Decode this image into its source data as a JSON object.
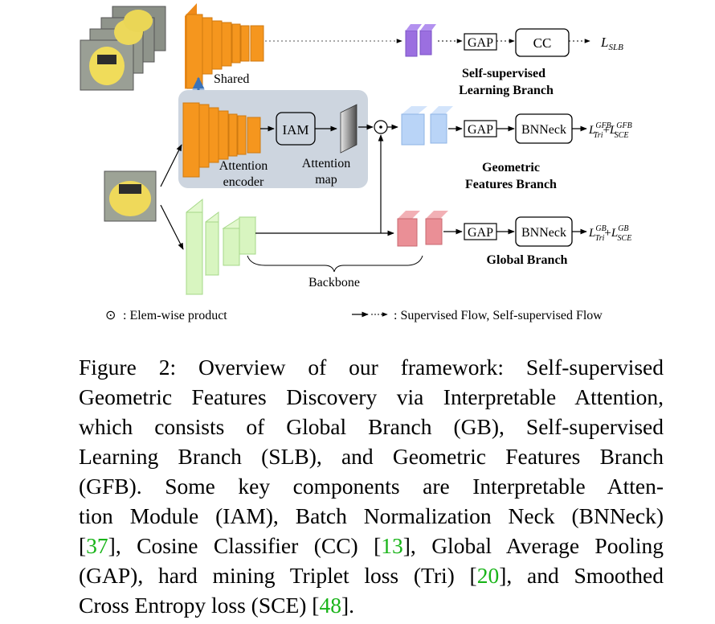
{
  "diagram": {
    "shared_label": "Shared",
    "iam_label": "IAM",
    "attention_encoder": [
      "Attention",
      "encoder"
    ],
    "attention_map": [
      "Attention",
      "map"
    ],
    "gap_label": "GAP",
    "cc_label": "CC",
    "bnneck_label": "BNNeck",
    "slb_loss": {
      "base": "L",
      "sub": "SLB"
    },
    "gfb_loss": {
      "a_base": "L",
      "a_sup": "GFB",
      "a_sub": "Tri",
      "plus": "+",
      "b_base": "L",
      "b_sup": "GFB",
      "b_sub": "SCE"
    },
    "gb_loss": {
      "a_base": "L",
      "a_sup": "GB",
      "a_sub": "Tri",
      "plus": "+",
      "b_base": "L",
      "b_sup": "GB",
      "b_sub": "SCE"
    },
    "slb_name": [
      "Self-supervised",
      "Learning Branch"
    ],
    "gfb_name": [
      "Geometric",
      "Features Branch"
    ],
    "gb_name": "Global Branch",
    "backbone_label": "Backbone",
    "legend_product_symbol": "⊙",
    "legend_product": ": Elem-wise product",
    "legend_flow": ": Supervised Flow, Self-supervised Flow",
    "colors": {
      "orange": "#f5961e",
      "purple": "#9b6fe0",
      "blue": "#b9d4f7",
      "pink": "#ea8f96",
      "green": "#d8f5c0",
      "panel": "#cdd5df"
    }
  },
  "caption": {
    "line1": "Figure 2: Overview of our framework: Self-supervised",
    "line2": "Geometric Features Discovery via Interpretable Attention,",
    "line3": "which consists of Global Branch (GB), Self-supervised",
    "line4": "Learning Branch (SLB), and Geometric Features Branch",
    "line5": "(GFB). Some key components are Interpretable Atten-",
    "line6": "tion Module (IAM), Batch Normalization Neck (BNNeck)",
    "l7_open": "[",
    "ref37": "37",
    "l7_mid": "], Cosine Classifier (CC) [",
    "ref13": "13",
    "l7_end": "], Global Average Pooling",
    "l8_start": "(GAP), hard mining Triplet loss (Tri) [",
    "ref20": "20",
    "l8_end": "], and Smoothed",
    "l9_start": "Cross Entropy loss (SCE) [",
    "ref48": "48",
    "l9_end": "]."
  }
}
